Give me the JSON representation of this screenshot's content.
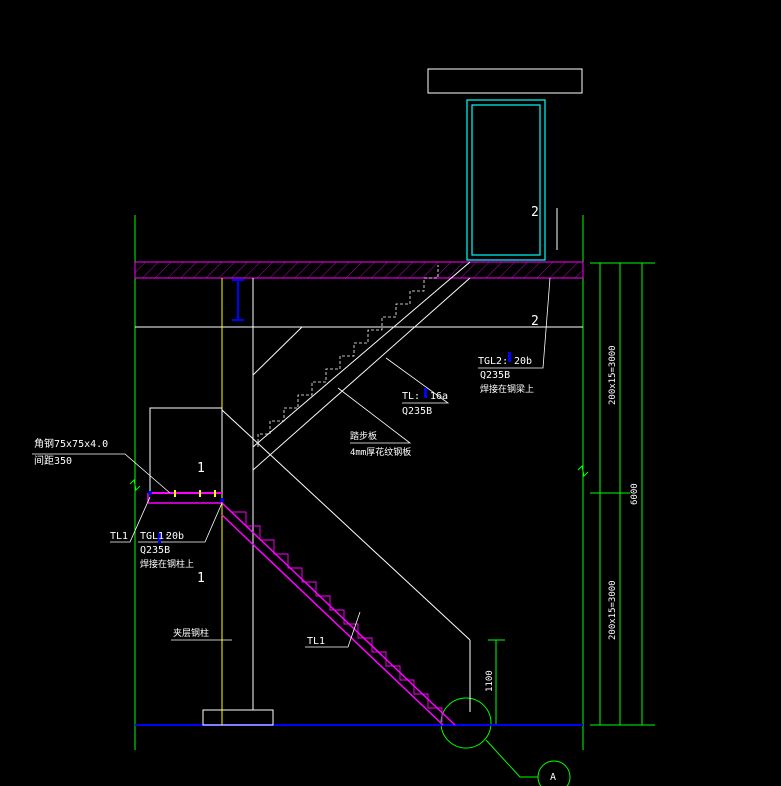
{
  "colors": {
    "background": "#000000",
    "line": "#ffffff",
    "grid": "#00ff00",
    "magenta": "#ff00ff",
    "cyan": "#00ffff",
    "blue": "#0000ff",
    "yellow": "#ffff00"
  },
  "labels": {
    "mark_1_upper": "1",
    "mark_1_lower": "1",
    "mark_2_upper": "2",
    "mark_2_lower": "2",
    "angle_steel": "角钢75x75x4.0",
    "angle_spacing": "间距350",
    "tl1_left": "TL1",
    "tgl1_name": "TGL1:",
    "tgl1_section": "20b",
    "tgl1_grade": "Q235B",
    "tgl1_note": "焊接在钢柱上",
    "tgl2_name": "TGL2:",
    "tgl2_section": "20b",
    "tgl2_grade": "Q235B",
    "tgl2_note": "焊接在钢梁上",
    "tl_name": "TL:",
    "tl_section": "16a",
    "tl_grade": "Q235B",
    "tread_title": "踏步板",
    "tread_spec": "4mm厚花纹钢板",
    "column_label": "夹层钢柱",
    "tl1_flight": "TL1",
    "dim_upper": "200x15=3000",
    "dim_lower": "200x15=3000",
    "dim_total": "6000",
    "dim_rail": "1100",
    "detail_ref": "A"
  }
}
